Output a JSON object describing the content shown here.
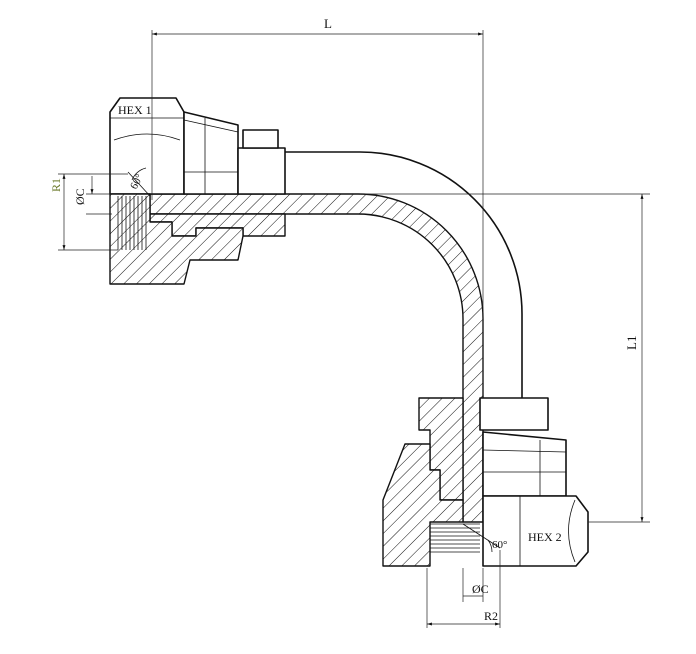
{
  "labels": {
    "length": "L",
    "length_1": "L1",
    "hex_1": "HEX 1",
    "hex_2": "HEX 2",
    "radius_1": "R1",
    "radius_2": "R2",
    "diameter_top": "ØC",
    "diameter_bottom": "ØC",
    "angle_top": "60°",
    "angle_bottom": "60°"
  },
  "colors": {
    "line": "#111111",
    "background": "#ffffff",
    "r1_label": "#6b7a2a"
  }
}
